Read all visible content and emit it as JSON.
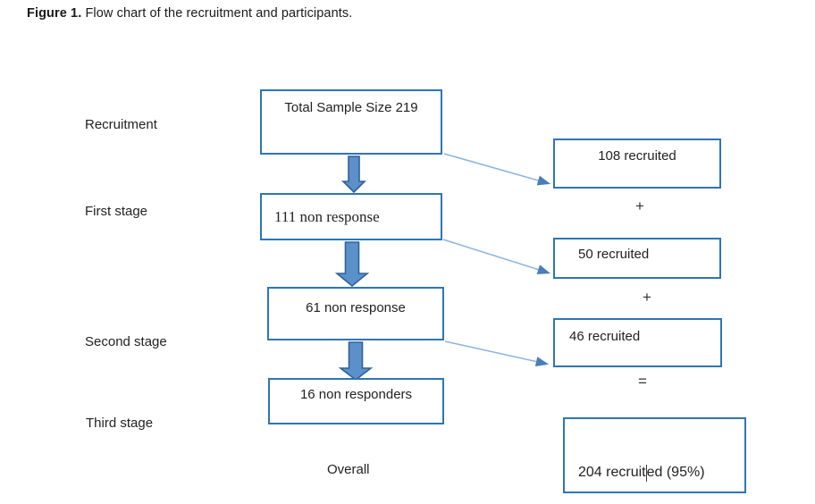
{
  "figure": {
    "caption_bold": "Figure 1.",
    "caption_rest": " Flow chart of the recruitment and participants."
  },
  "stage_labels": [
    {
      "label": "Recruitment"
    },
    {
      "label": "First stage"
    },
    {
      "label": "Second stage"
    },
    {
      "label": "Third stage"
    },
    {
      "label": "Overall"
    }
  ],
  "flow_boxes": {
    "total_sample": "Total Sample Size 219",
    "stage1_non_response": "111 non response",
    "stage2_non_response": "61 non response",
    "stage3_non_responders": "16 non responders"
  },
  "recruited_boxes": {
    "stage1": "108 recruited",
    "stage2": "50 recruited",
    "stage3": "46 recruited",
    "total_before_caret": "204 recruit",
    "total_after_caret": "ed (95%)"
  },
  "operators": {
    "plus_1": "+",
    "plus_2": "+",
    "equals": "="
  },
  "colors": {
    "box_border": "#2e75b6",
    "arrow_fill": "#5b90c9",
    "arrow_stroke": "#30619b",
    "connector": "#8fb6e0",
    "connector_head": "#4a7ebb"
  }
}
